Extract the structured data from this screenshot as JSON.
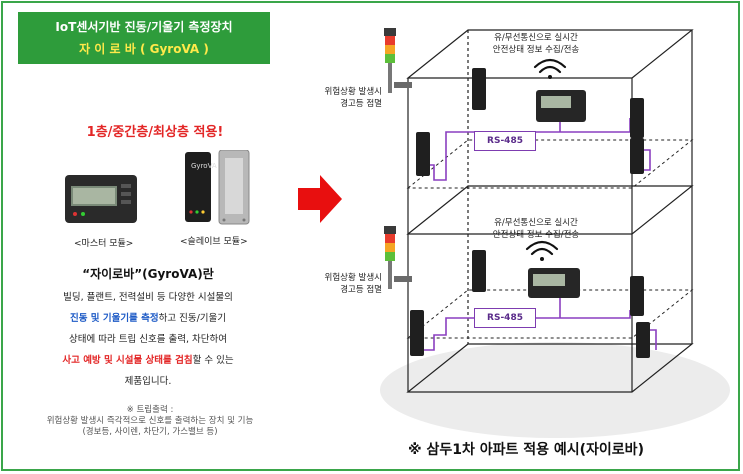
{
  "title": {
    "line1": "IoT센서기반 진동/기울기 측정장치",
    "line2": "자 이 로 바 ( GyroVA )"
  },
  "heading": "1층/중간층/최상층  적용!",
  "devices": {
    "master_label": "<마스터 모듈>",
    "slave_label": "<슬레이브 모듈>",
    "slave_brand": "GyroVA"
  },
  "description": {
    "title": "“자이로바”(GyroVA)란",
    "line1": "빌딩, 플랜트, 전력설비 등 다양한 시설물의",
    "line2_hl": "진동 및 기울기를 측정",
    "line2_rest": "하고 진동/기울기",
    "line3": "상태에 따라 트립 신호를 출력, 차단하여",
    "line4_hl": "사고 예방 및 시설물 상태를 검침",
    "line4_rest": "할 수 있는",
    "line5": "제품입니다."
  },
  "note": {
    "line1": "※ 트립출력 :",
    "line2": "위험상황 발생시 즉각적으로 신호를 출력하는 장치 및 기능",
    "line3": "(경보등,  사이렌, 차단기, 가스밸브 등)"
  },
  "building": {
    "top_label_1": "유/무선통신으로 실시간",
    "top_label_2": "안전상태 정보 수집/전송",
    "mid_label_1": "유/무선통신으로 실시간",
    "mid_label_2": "안전상태 정보 수집/전송",
    "warn_top_1": "위험상황 발생시",
    "warn_top_2": "경고등 점멸",
    "warn_mid_1": "위험상황 발생시",
    "warn_mid_2": "경고등 점멸",
    "rs_top": "RS-485",
    "rs_mid": "RS-485"
  },
  "bottom_title": "※ 삼두1차 아파트 적용 예시(자이로바)",
  "colors": {
    "green": "#2e9c3b",
    "yellow": "#ffe94a",
    "red": "#e32626",
    "blue": "#1e5bc6",
    "purple": "#7d3cb0"
  }
}
